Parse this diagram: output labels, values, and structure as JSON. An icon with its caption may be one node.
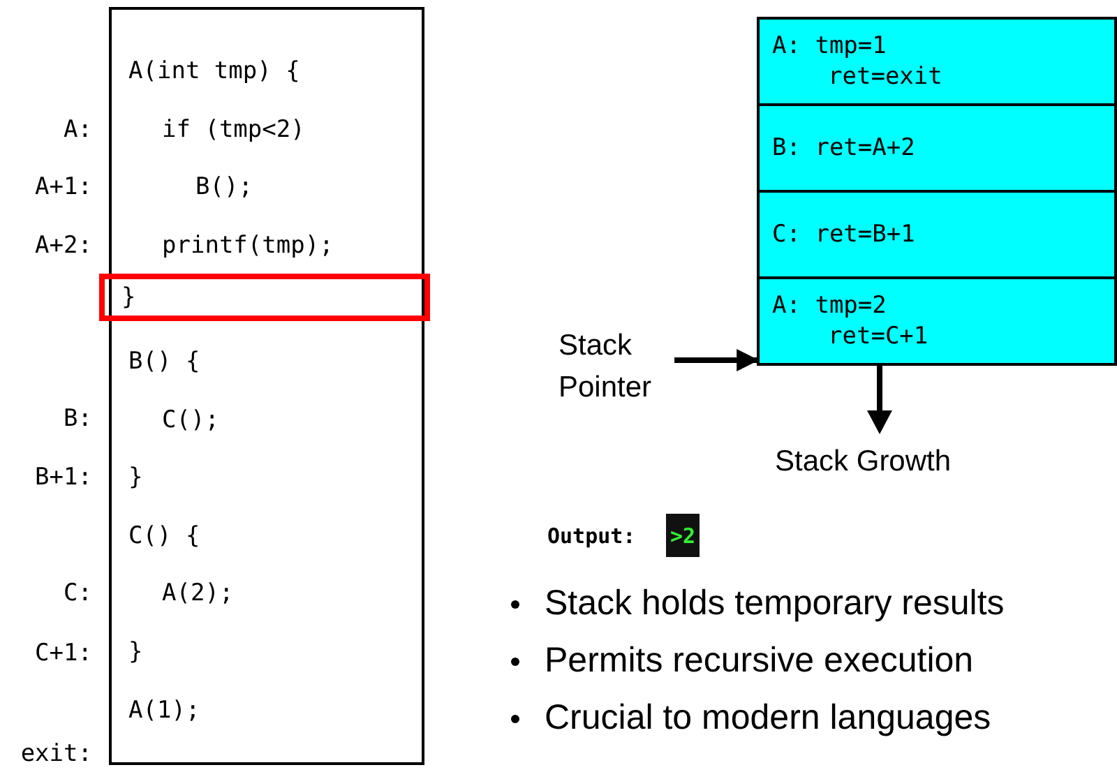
{
  "diagram": {
    "nodes": [
      {
        "text": [
          "A(int tmp) {",
          "if (tmp<2)",
          "B();",
          "printf(tmp);",
          "B() {",
          "C();",
          "}",
          "C() {",
          "A(2);",
          "}",
          "A(1);"
        ]
      },
      {
        "text": [
          "}"
        ],
        "in": 0
      },
      {
        "text": [
          "A: tmp=1",
          "ret=exit"
        ]
      },
      {
        "text": [
          "B: ret=A+2"
        ]
      },
      {
        "text": [
          "C: ret=B+1"
        ]
      },
      {
        "text": [
          "A: tmp=2",
          "ret=C+1"
        ]
      },
      {
        "text": [
          "Stack Pointer"
        ]
      },
      {
        "text": [
          ">2"
        ],
        "beside": [
          "Output:"
        ]
      }
    ],
    "edges": [
      {
        "from": 6,
        "to": 5,
        "arrow": "to"
      }
    ],
    "labels": [
      "A:",
      "A+1:",
      "A+2:",
      "B:",
      "B+1:",
      "C:",
      "C+1:",
      "exit:",
      "Stack Growth",
      "Stack holds temporary results",
      "Permits recursive execution",
      "Crucial to modern languages"
    ]
  }
}
